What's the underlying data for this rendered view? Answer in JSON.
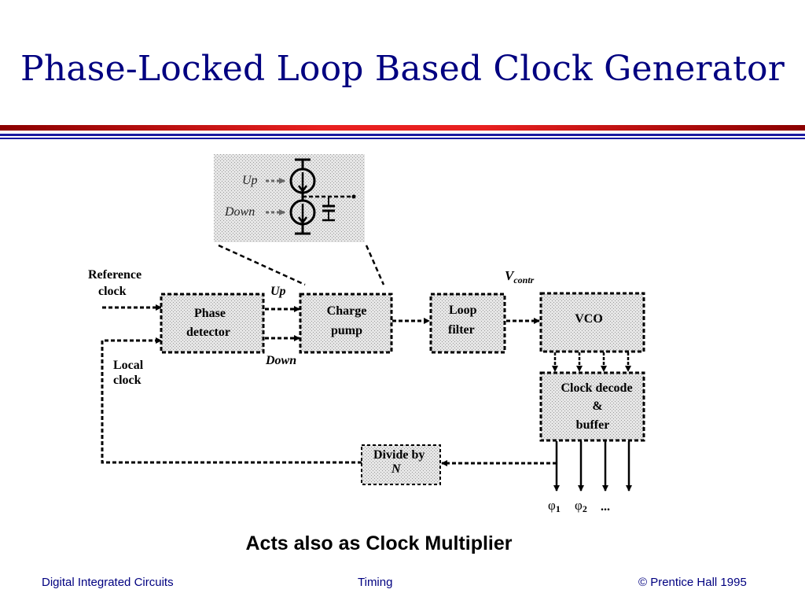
{
  "title": "Phase-Locked Loop Based Clock Generator",
  "diagram": {
    "reference_clock_line1": "Reference",
    "reference_clock_line2": "clock",
    "local_clock_line1": "Local",
    "local_clock_line2": "clock",
    "up_label": "Up",
    "down_label": "Down",
    "vcontr_main": "V",
    "vcontr_sub": "contr",
    "phase_detector_line1": "Phase",
    "phase_detector_line2": "detector",
    "charge_pump_line1": "Charge",
    "charge_pump_line2": "pump",
    "loop_filter_line1": "Loop",
    "loop_filter_line2": "filter",
    "vco": "VCO",
    "clock_decode_line1": "Clock decode",
    "clock_decode_line2": "&",
    "clock_decode_line3": "buffer",
    "divide_by": "Divide by",
    "divide_n": "N",
    "phi_symbol": "φ",
    "phi1_sub": "1",
    "phi2_sub": "2",
    "ellipsis": "...",
    "inset_up": "Up",
    "inset_down": "Down"
  },
  "subtitle": "Acts also as Clock Multiplier",
  "footer": {
    "left": "Digital Integrated Circuits",
    "center": "Timing",
    "right": "© Prentice Hall 1995"
  }
}
